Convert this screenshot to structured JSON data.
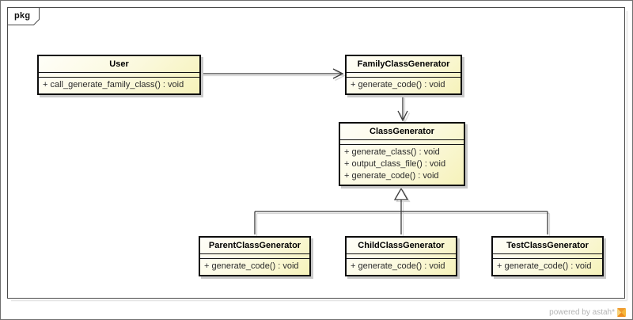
{
  "diagram": {
    "kind": "uml-class-diagram",
    "frame_label": "pkg"
  },
  "classes": [
    {
      "name": "User",
      "methods": [
        "+ call_generate_family_class() : void"
      ]
    },
    {
      "name": "FamilyClassGenerator",
      "methods": [
        "+ generate_code() : void"
      ]
    },
    {
      "name": "ClassGenerator",
      "methods": [
        "+ generate_class() : void",
        "+ output_class_file() : void",
        "+ generate_code() : void"
      ]
    },
    {
      "name": "ParentClassGenerator",
      "methods": [
        "+ generate_code() : void"
      ]
    },
    {
      "name": "ChildClassGenerator",
      "methods": [
        "+ generate_code() : void"
      ]
    },
    {
      "name": "TestClassGenerator",
      "methods": [
        "+ generate_code() : void"
      ]
    }
  ],
  "relations": [
    {
      "from": "User",
      "to": "FamilyClassGenerator",
      "type": "directed-association"
    },
    {
      "from": "FamilyClassGenerator",
      "to": "ClassGenerator",
      "type": "directed-association"
    },
    {
      "from": "ParentClassGenerator",
      "to": "ClassGenerator",
      "type": "generalization"
    },
    {
      "from": "ChildClassGenerator",
      "to": "ClassGenerator",
      "type": "generalization"
    },
    {
      "from": "TestClassGenerator",
      "to": "ClassGenerator",
      "type": "generalization"
    }
  ],
  "footer": {
    "credit": "powered by astah*"
  },
  "colors": {
    "box_fill_top": "#FFFEF8",
    "box_fill_bottom": "#F6F2BA",
    "box_border": "#0D0D0D",
    "box_shadow": "#C9C9C9",
    "frame_stroke": "#4A4A4A",
    "connector_stroke": "#3A3A3A",
    "credit_text": "#B4B4B4",
    "logo_orange": "#EE8C1E"
  }
}
